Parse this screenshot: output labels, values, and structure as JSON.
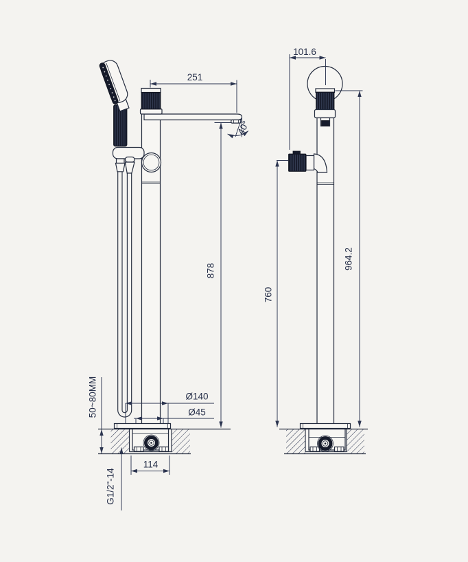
{
  "drawing": {
    "annotations": {
      "front": {
        "spout_reach": "251",
        "swivel_angle": "40°",
        "outlet_height": "878",
        "base_cover_diameter": "Ø140",
        "column_diameter": "Ø45",
        "base_width": "114",
        "floor_thickness": "50~80MM",
        "inlet_thread": "G1/2\"-14"
      },
      "side": {
        "spout_width": "101.6",
        "body_height": "760",
        "overall_height": "964.2"
      }
    },
    "colors": {
      "line": "#232b3d",
      "background": "#f4f3f0",
      "fill_dark": "#161b2b",
      "dim_text": "#27304a"
    }
  }
}
